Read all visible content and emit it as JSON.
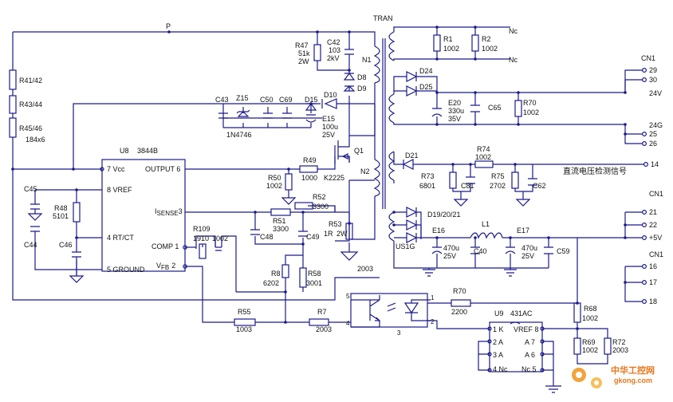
{
  "nodes": {
    "p": "P"
  },
  "transformer": {
    "name": "TRAN",
    "n1": "N1",
    "n2": "N2"
  },
  "ic_u8": {
    "name": "U8",
    "part": "3844B",
    "p7": "7 Vcc",
    "p8": "8 VREF",
    "p4": "4 RT/CT",
    "p5": "5 GROUND",
    "p6": "OUTPUT 6",
    "p3": "I",
    "p3sub": "SENSE",
    "p3num": "3",
    "p1": "COMP 1",
    "p2": "V",
    "p2sub": "FB",
    "p2num": "2"
  },
  "ic_u9": {
    "name": "U9",
    "part": "431AC",
    "k": "1 K",
    "vref": "VREF 8",
    "a2": "2 A",
    "a3": "3 A",
    "a7": "A 7",
    "a6": "A 6",
    "nc4": "4 Nc",
    "nc5": "Nc 5"
  },
  "opto": {
    "p5": "5",
    "p4": "4",
    "p1": "1",
    "p2": "2",
    "p3": "3"
  },
  "parts": {
    "r41": "R41/42",
    "r43": "R43/44",
    "r45": "R45/46",
    "r45v": "184x6",
    "r47": "R47",
    "r47v": "51k",
    "r47p": "2W",
    "c42": "C42",
    "c42v": "103",
    "c42u": "2kV",
    "d8": "D8",
    "d9": "D9",
    "d10": "D10",
    "d15": "D15",
    "z15": "Z15",
    "z15p": "1N4746",
    "c43": "C43",
    "c50": "C50",
    "c69": "C69",
    "e15": "E15",
    "e15v": "100u",
    "e15u": "25V",
    "q1": "Q1",
    "r49": "R49",
    "r49v": "1000",
    "r49p": "K2225",
    "r50": "R50",
    "r50v": "1002",
    "c45": "C45",
    "r48": "R48",
    "r48v": "5101",
    "c46": "C46",
    "c44": "C44",
    "r51": "R51",
    "r51v": "3300",
    "r52": "R52",
    "r52v": "3300",
    "r53": "R53",
    "r53v": "1R",
    "r53p": "2W",
    "c48": "C48",
    "c49": "C49",
    "r58": "R58",
    "r58v": "3001",
    "r8": "R8",
    "r8v": "6202",
    "r109": "R109",
    "r109v": "1910",
    "r109v2": "1002",
    "r55": "R55",
    "r55v": "1003",
    "r7": "R7",
    "r7v": "2003",
    "v2003": "2003",
    "r1": "R1",
    "r1v": "1002",
    "r2": "R2",
    "r2v": "1002",
    "nc1": "Nc",
    "nc2": "Nc",
    "d24": "D24",
    "d25": "D25",
    "e20": "E20",
    "e20v": "330u",
    "e20u": "35V",
    "c65": "C65",
    "r70a": "R70",
    "r70av": "1002",
    "d21": "D21",
    "r74": "R74",
    "r74v": "1002",
    "r73": "R73",
    "r73v": "6801",
    "c81": "C81",
    "r75": "R75",
    "r75v": "2702",
    "c62": "C62",
    "d19": "D19/20/21",
    "us1g": "US1G",
    "e16": "E16",
    "e16v": "470u",
    "e16u": "25V",
    "c40": "C40",
    "l1": "L1",
    "e17": "E17",
    "e17v": "470u",
    "e17u": "25V",
    "c59": "C59",
    "r70b": "R70",
    "r70bv": "2200",
    "r68": "R68",
    "r68v": "1002",
    "r69": "R69",
    "r69v": "1002",
    "r72": "R72",
    "r72v": "2003"
  },
  "connectors": {
    "cn1a": "CN1",
    "p29": "29",
    "p30": "30",
    "v24": "24V",
    "g24": "24G",
    "p25": "25",
    "p26": "26",
    "p14": "14",
    "dc_signal": "直流电压检测信号",
    "cn1b": "CN1",
    "p21": "21",
    "p22": "22",
    "v5": "+5V",
    "cn1c": "CN1",
    "p16": "16",
    "p17": "17",
    "p18": "18"
  },
  "watermark": {
    "title": "中华工控网",
    "url": "gkong.com"
  },
  "colors": {
    "wire": "#1a1a8c",
    "text": "#111111",
    "watermark": "#e8761a"
  }
}
